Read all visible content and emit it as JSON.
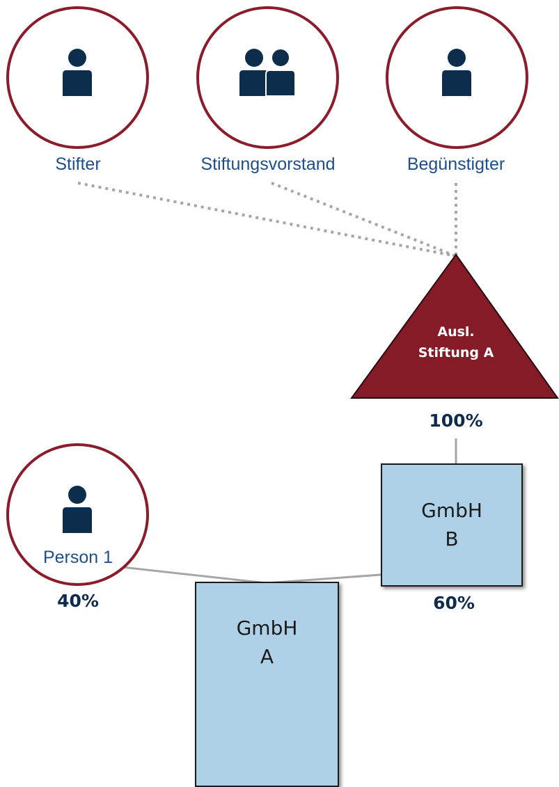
{
  "people": {
    "stifter": {
      "label": "Stifter",
      "icon": "person-icon"
    },
    "vorstand": {
      "label": "Stiftungsvorstand",
      "icon": "two-persons-icon"
    },
    "beguenstigter": {
      "label": "Begünstigter",
      "icon": "person-icon"
    },
    "person1": {
      "label": "Person 1",
      "icon": "person-icon"
    }
  },
  "foundation": {
    "line1": "Ausl.",
    "line2": "Stiftung A"
  },
  "gmbh_b": {
    "line1": "GmbH",
    "line2": "B"
  },
  "gmbh_a": {
    "line1": "GmbH",
    "line2": "A"
  },
  "shares": {
    "foundation_to_b": "100%",
    "person1_to_a": "40%",
    "b_to_a": "60%"
  },
  "colors": {
    "circle_border": "#8a1c2b",
    "triangle_fill": "#861b28",
    "box_fill": "#aed1e8",
    "icon": "#0d2d4c",
    "label_text": "#1f4e8c",
    "connector": "#a6a6a6"
  }
}
